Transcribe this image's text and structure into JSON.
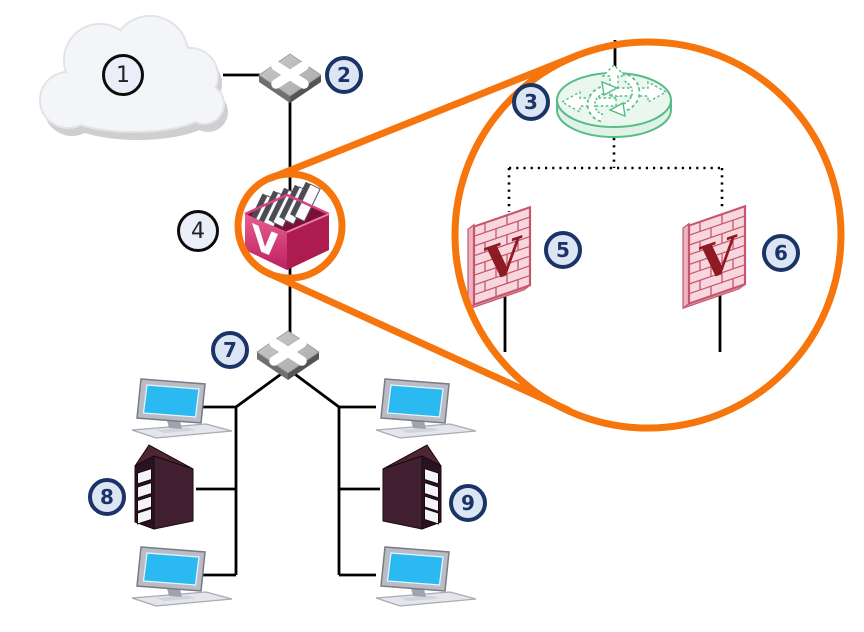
{
  "title": "Clustered firewall appliance network diagram with magnified detail",
  "colors": {
    "orange": "#F6750C",
    "navy": "#1B3467",
    "label_fill": "#DCE5F4",
    "black_label_fill": "#E9EEF8",
    "wire": "#000000",
    "green": "#57BC86",
    "screen_cyan": "#2BB9F2",
    "box_pink": "#C12460",
    "box_pink_dark": "#AD1B4F",
    "firewall_brick": "#F8D6DD",
    "firewall_line": "#C4576C",
    "firewall_letter_red": "#8E1B23",
    "server_maroon": "#402030",
    "cloud_fill": "#F4F5F8"
  },
  "branding": {
    "box_letter": "V",
    "firewall_letter": "V"
  },
  "callouts": [
    {
      "text": "1",
      "ring": "black"
    },
    {
      "text": "2",
      "ring": "navy"
    },
    {
      "text": "3",
      "ring": "navy"
    },
    {
      "text": "4",
      "ring": "black"
    },
    {
      "text": "5",
      "ring": "navy"
    },
    {
      "text": "6",
      "ring": "navy"
    },
    {
      "text": "7",
      "ring": "navy"
    },
    {
      "text": "8",
      "ring": "navy"
    },
    {
      "text": "9",
      "ring": "navy"
    }
  ],
  "icons": [
    "cloud-icon",
    "switch-icon",
    "appliance-box-icon",
    "load-balancer-disk-icon",
    "firewall-brick-wall-icon",
    "workstation-icon",
    "server-tower-icon",
    "magnifier-callout-circle"
  ]
}
